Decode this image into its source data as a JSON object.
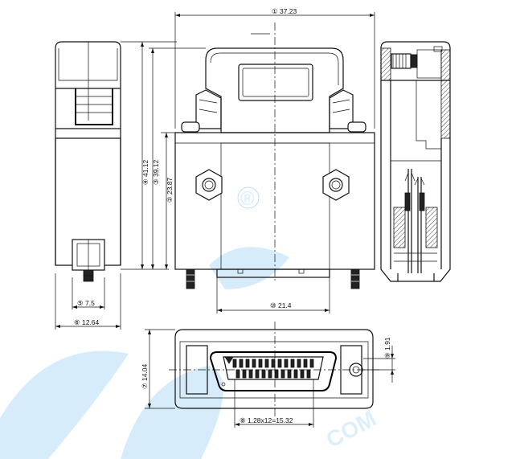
{
  "dimensions": {
    "d1": "① 37.23",
    "d2": "② 23.87",
    "d3": "③ 39.12",
    "d4": "④ 41.12",
    "d5": "⑤ 7.5",
    "d6": "⑥ 12.64",
    "d7": "⑦ 14.04",
    "d8": "⑧ 1.28x12=15.32",
    "d9": "⑨ 1.91",
    "d10": "⑩ 21.4"
  },
  "watermark": {
    "registered_mark": "®",
    "text": "COM"
  },
  "colors": {
    "line": "#111111",
    "watermark": "#4aa8e8"
  }
}
